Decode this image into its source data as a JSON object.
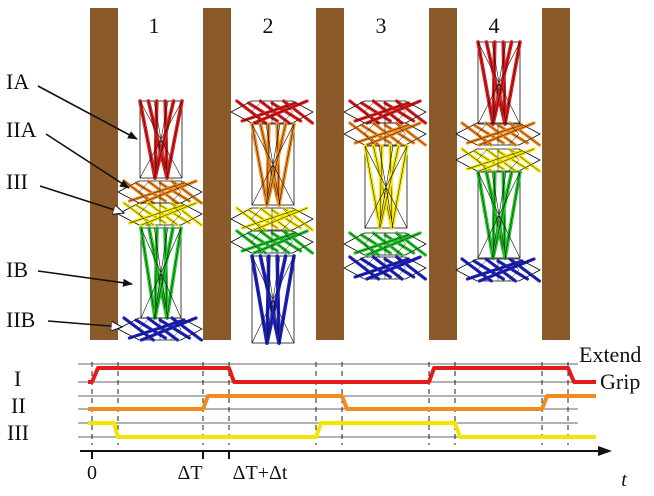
{
  "stages": [
    {
      "label": "1"
    },
    {
      "label": "2"
    },
    {
      "label": "3"
    },
    {
      "label": "4"
    }
  ],
  "module_labels": [
    {
      "text": "IA"
    },
    {
      "text": "IIA"
    },
    {
      "text": "III"
    },
    {
      "text": "IB"
    },
    {
      "text": "IIB"
    }
  ],
  "timing": {
    "rows": [
      {
        "label": "I",
        "color": "#e31b1b"
      },
      {
        "label": "II",
        "color": "#f28a1e"
      },
      {
        "label": "III",
        "color": "#f2e600"
      }
    ],
    "state_labels": {
      "extend": "Extend",
      "grip": "Grip"
    },
    "time_labels": {
      "zero": "0",
      "delta_T": "ΔT",
      "delta_T_plus": "ΔT+Δt",
      "axis": "t"
    }
  },
  "colors": {
    "wall": "#8b5a2b",
    "red": "#e31b1b",
    "orange": "#f28a1e",
    "yellow": "#f2e600",
    "green": "#22c42a",
    "blue": "#1e22c8"
  }
}
